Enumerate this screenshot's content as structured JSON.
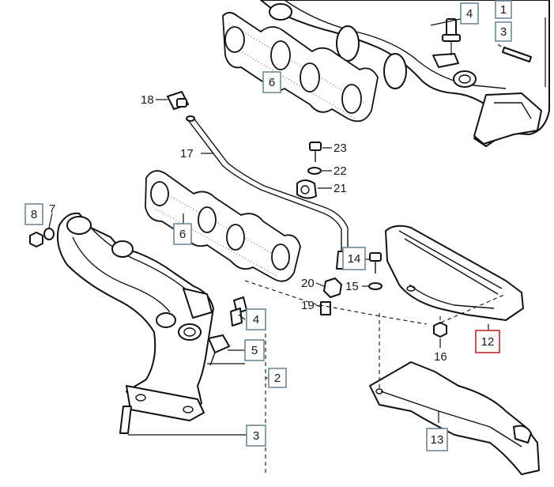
{
  "callouts": [
    {
      "id": "c1",
      "label": "1",
      "boxed": true,
      "highlight": false
    },
    {
      "id": "c3a",
      "label": "3",
      "boxed": true,
      "highlight": false
    },
    {
      "id": "c4a",
      "label": "4",
      "boxed": true,
      "highlight": false
    },
    {
      "id": "c6a",
      "label": "6",
      "boxed": true,
      "highlight": false
    },
    {
      "id": "c18",
      "label": "18",
      "boxed": false,
      "highlight": false
    },
    {
      "id": "c17",
      "label": "17",
      "boxed": false,
      "highlight": false
    },
    {
      "id": "c23",
      "label": "23",
      "boxed": false,
      "highlight": false
    },
    {
      "id": "c22",
      "label": "22",
      "boxed": false,
      "highlight": false
    },
    {
      "id": "c21",
      "label": "21",
      "boxed": false,
      "highlight": false
    },
    {
      "id": "c8",
      "label": "8",
      "boxed": true,
      "highlight": false
    },
    {
      "id": "c7",
      "label": "7",
      "boxed": false,
      "highlight": false
    },
    {
      "id": "c6b",
      "label": "6",
      "boxed": true,
      "highlight": false
    },
    {
      "id": "c14",
      "label": "14",
      "boxed": true,
      "highlight": false
    },
    {
      "id": "c20",
      "label": "20",
      "boxed": false,
      "highlight": false
    },
    {
      "id": "c15",
      "label": "15",
      "boxed": false,
      "highlight": false
    },
    {
      "id": "c19",
      "label": "19",
      "boxed": false,
      "highlight": false
    },
    {
      "id": "c4b",
      "label": "4",
      "boxed": true,
      "highlight": false
    },
    {
      "id": "c5",
      "label": "5",
      "boxed": true,
      "highlight": false
    },
    {
      "id": "c2",
      "label": "2",
      "boxed": true,
      "highlight": false
    },
    {
      "id": "c3b",
      "label": "3",
      "boxed": true,
      "highlight": false
    },
    {
      "id": "c16",
      "label": "16",
      "boxed": false,
      "highlight": false
    },
    {
      "id": "c12",
      "label": "12",
      "boxed": true,
      "highlight": true
    },
    {
      "id": "c13",
      "label": "13",
      "boxed": true,
      "highlight": false
    }
  ],
  "colors": {
    "callout_box_border": "#6e8a99",
    "highlight_box_border": "#c0262c",
    "line_art": "#111111",
    "background": "#ffffff"
  }
}
